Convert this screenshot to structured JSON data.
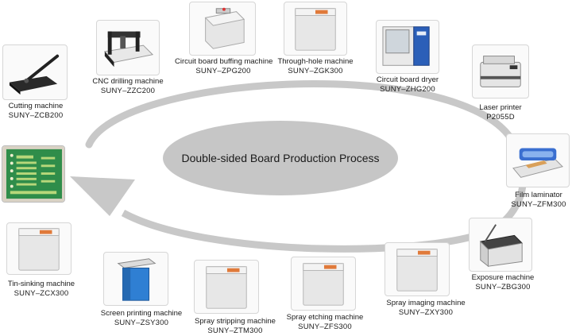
{
  "diagram": {
    "title": "Double-sided Board Production Process",
    "colors": {
      "arrow": "#c8c8c8",
      "ellipse": "#c6c6c6",
      "machine_body": "#e7e7e7",
      "pcb_green": "#2f8d4a"
    }
  },
  "steps": [
    {
      "name": "Cutting machine",
      "model": "SUNY–ZCB200",
      "icon": "guillotine-cutter-icon"
    },
    {
      "name": "CNC drilling machine",
      "model": "SUNY–ZZC200",
      "icon": "cnc-drill-icon"
    },
    {
      "name": "Circuit board buffing machine",
      "model": "SUNY–ZPG200",
      "icon": "buffing-machine-icon"
    },
    {
      "name": "Through-hole machine",
      "model": "SUNY–ZGK300",
      "icon": "tank-machine-icon"
    },
    {
      "name": "Circuit board dryer",
      "model": "SUNY–ZHG200",
      "icon": "oven-dryer-icon"
    },
    {
      "name": "Laser printer",
      "model": "P2055D",
      "icon": "laser-printer-icon"
    },
    {
      "name": "Film laminator",
      "model": "SUNY–ZFM300",
      "icon": "laminator-icon"
    },
    {
      "name": "Exposure machine",
      "model": "SUNY–ZBG300",
      "icon": "exposure-unit-icon"
    },
    {
      "name": "Spray imaging machine",
      "model": "SUNY–ZXY300",
      "icon": "tank-machine-icon"
    },
    {
      "name": "Spray etching machine",
      "model": "SUNY–ZFS300",
      "icon": "tank-machine-icon"
    },
    {
      "name": "Spray stripping machine",
      "model": "SUNY–ZTM300",
      "icon": "tank-machine-icon"
    },
    {
      "name": "Screen printing machine",
      "model": "SUNY–ZSY300",
      "icon": "screen-printer-icon"
    },
    {
      "name": "Tin-sinking machine",
      "model": "SUNY–ZCX300",
      "icon": "tank-machine-icon"
    }
  ],
  "product": {
    "icon": "pcb-board-icon"
  }
}
